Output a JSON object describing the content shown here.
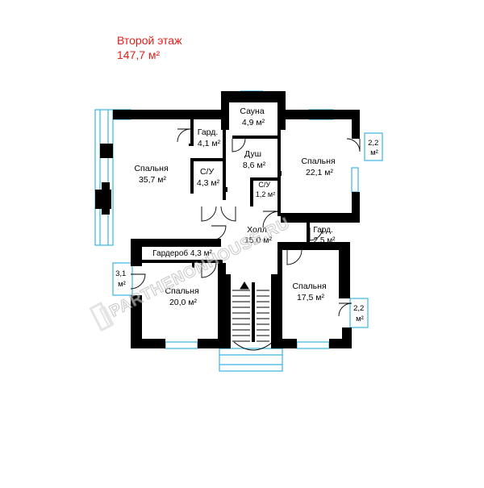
{
  "header": {
    "floor_name": "Второй этаж",
    "total_area": "147,7 м²"
  },
  "watermark": {
    "text": "PARTHENONHOUSE.RU"
  },
  "colors": {
    "wall": "#000000",
    "glass": "#3ab5e6",
    "title": "#e0201b",
    "label": "#000000",
    "background": "#ffffff"
  },
  "rooms": [
    {
      "id": "sauna",
      "name": "Сауна",
      "area": "4,9 м²"
    },
    {
      "id": "dressing-1",
      "name": "Гард.",
      "area": "4,1 м²"
    },
    {
      "id": "bedroom-main",
      "name": "Спальня",
      "area": "35,7 м²"
    },
    {
      "id": "shower",
      "name": "Душ",
      "area": "8,6 м²"
    },
    {
      "id": "bathroom-1",
      "name": "С/У",
      "area": "4,3 м²"
    },
    {
      "id": "bedroom-ne",
      "name": "Спальня",
      "area": "22,1 м²"
    },
    {
      "id": "balcony-ne",
      "name": "2,2",
      "area": "м²"
    },
    {
      "id": "bathroom-2",
      "name": "С/У",
      "area": "1,2 м²"
    },
    {
      "id": "hall",
      "name": "Холл",
      "area": "15,0 м²"
    },
    {
      "id": "dressing-2",
      "name": "Гард.",
      "area": "2,5 м²"
    },
    {
      "id": "wardrobe",
      "name": "Гардероб 4,3 м²",
      "area": ""
    },
    {
      "id": "balcony-w",
      "name": "3,1",
      "area": "м²"
    },
    {
      "id": "bedroom-sw",
      "name": "Спальня",
      "area": "20,0 м²"
    },
    {
      "id": "bedroom-se",
      "name": "Спальня",
      "area": "17,5 м²"
    },
    {
      "id": "balcony-se",
      "name": "2,2",
      "area": "м²"
    }
  ]
}
